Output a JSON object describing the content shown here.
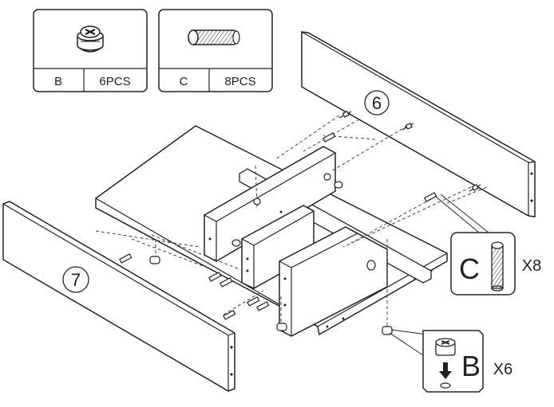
{
  "parts_legend": [
    {
      "id": "B",
      "letter": "B",
      "quantity": "6PCS",
      "icon": "cam-lock-icon"
    },
    {
      "id": "C",
      "letter": "C",
      "quantity": "8PCS",
      "icon": "wooden-dowel-icon"
    }
  ],
  "panels": [
    {
      "id": "back-panel",
      "number": "6"
    },
    {
      "id": "front-panel",
      "number": "7"
    }
  ],
  "callouts": [
    {
      "id": "dowel-callout",
      "letter": "C",
      "quantity": "X8",
      "icon": "wooden-dowel-icon"
    },
    {
      "id": "cam-callout",
      "letter": "B",
      "quantity": "X6",
      "icon": "cam-lock-icon"
    }
  ],
  "colors": {
    "line": "#222222",
    "panel": "#ffffff",
    "dashed": "#444444"
  }
}
